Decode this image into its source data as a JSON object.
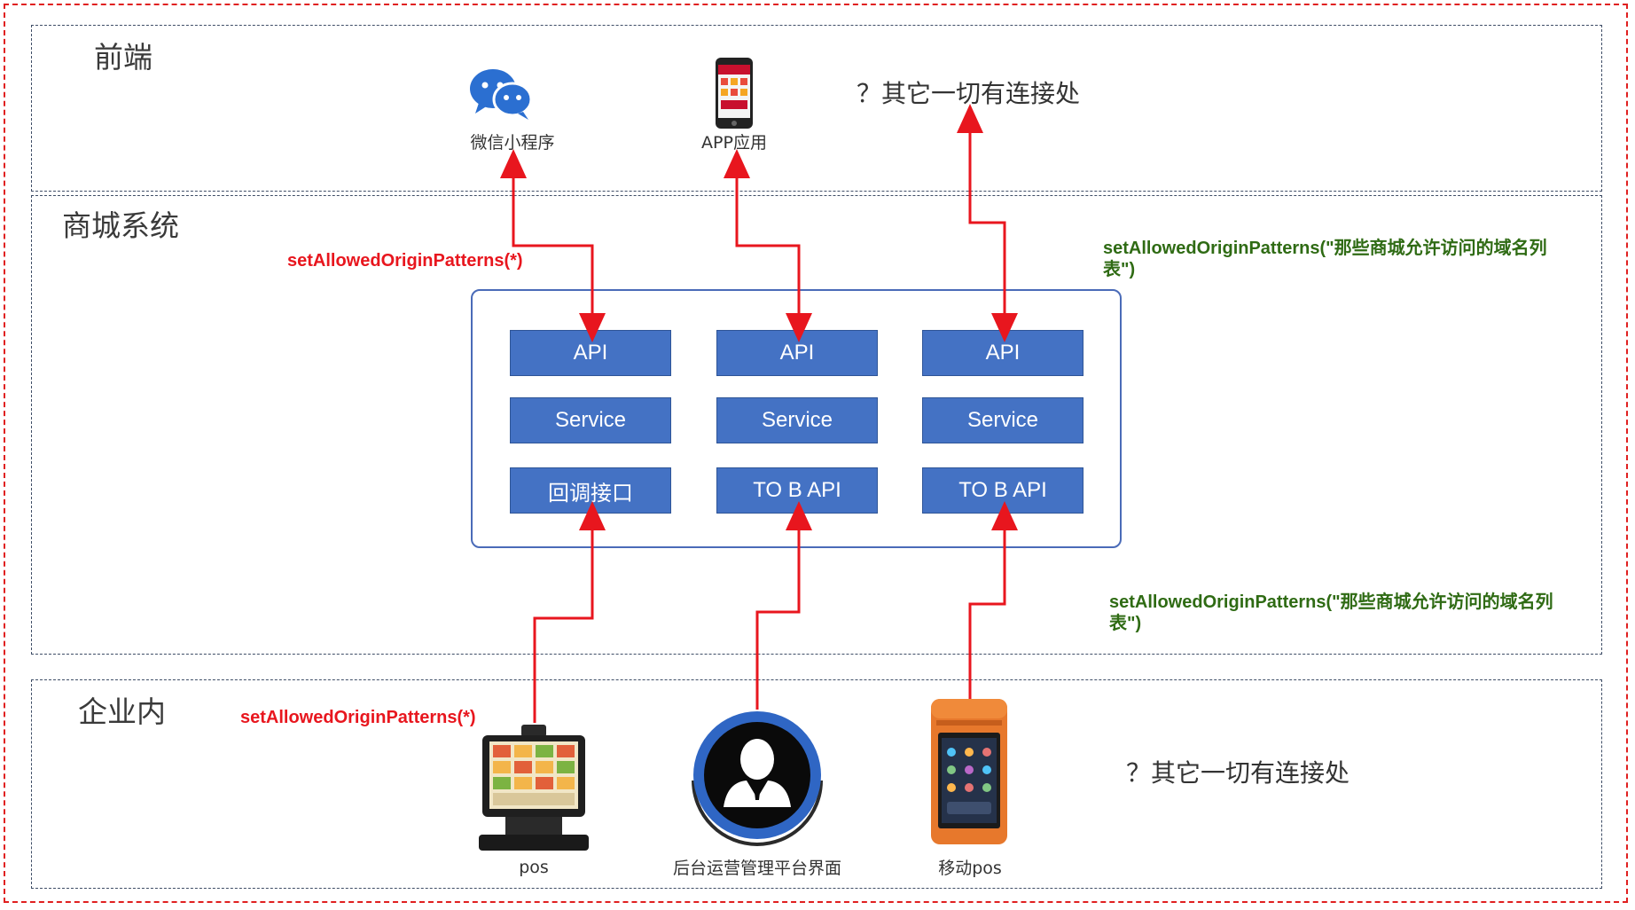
{
  "zones": {
    "frontend": "前端",
    "mall": "商城系统",
    "enterprise": "企业内"
  },
  "frontend_nodes": {
    "wechat": "微信小程序",
    "app": "APP应用",
    "other": "？其它一切有连接处"
  },
  "services": [
    {
      "api": "API",
      "service": "Service",
      "bottom": "回调接口"
    },
    {
      "api": "API",
      "service": "Service",
      "bottom": "TO B API"
    },
    {
      "api": "API",
      "service": "Service",
      "bottom": "TO B API"
    }
  ],
  "notes": {
    "top_left": "setAllowedOriginPatterns(*)",
    "top_right": "setAllowedOriginPatterns(\"那些商城允许访问的域名列表\")",
    "bottom_right": "setAllowedOriginPatterns(\"那些商城允许访问的域名列表\")",
    "bottom_left": "setAllowedOriginPatterns(*)"
  },
  "enterprise_nodes": {
    "pos": "pos",
    "admin": "后台运营管理平台界面",
    "mobile_pos": "移动pos",
    "other": "？其它一切有连接处"
  },
  "colors": {
    "arrow": "#e8161e",
    "box_fill": "#4472c4",
    "note_red": "#e8161e",
    "note_green": "#2f6b14"
  },
  "icons": [
    "wechat-icon",
    "phone-app-icon",
    "pos-terminal-icon",
    "admin-user-icon",
    "mobile-pos-icon"
  ]
}
